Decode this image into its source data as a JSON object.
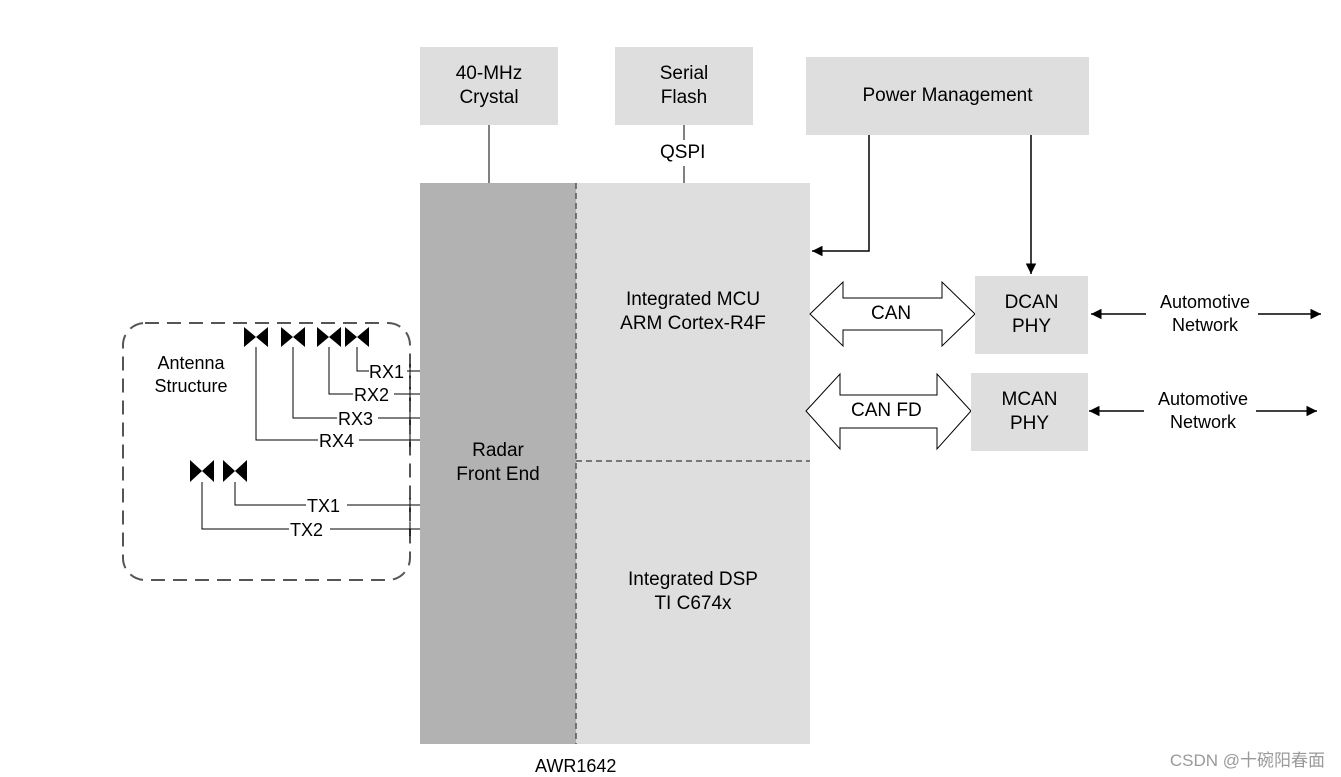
{
  "chip": {
    "name": "AWR1642"
  },
  "blocks": {
    "crystal": [
      "40-MHz",
      "Crystal"
    ],
    "serial_flash": [
      "Serial",
      "Flash"
    ],
    "power_management": "Power Management",
    "radar_front_end": [
      "Radar",
      "Front End"
    ],
    "mcu": [
      "Integrated MCU",
      "ARM Cortex-R4F"
    ],
    "dsp": [
      "Integrated DSP",
      "TI C674x"
    ],
    "dcan_phy": [
      "DCAN",
      "PHY"
    ],
    "mcan_phy": [
      "MCAN",
      "PHY"
    ]
  },
  "links": {
    "qspi": "QSPI",
    "can": "CAN",
    "can_fd": "CAN FD",
    "automotive_network": [
      "Automotive",
      "Network"
    ]
  },
  "antenna": {
    "title": [
      "Antenna",
      "Structure"
    ],
    "rx": [
      "RX1",
      "RX2",
      "RX3",
      "RX4"
    ],
    "tx": [
      "TX1",
      "TX2"
    ]
  },
  "watermark": "CSDN @十碗阳春面",
  "colors": {
    "block_fill": "#dedede",
    "front_end_fill": "#b2b2b2",
    "line": "#000000"
  }
}
